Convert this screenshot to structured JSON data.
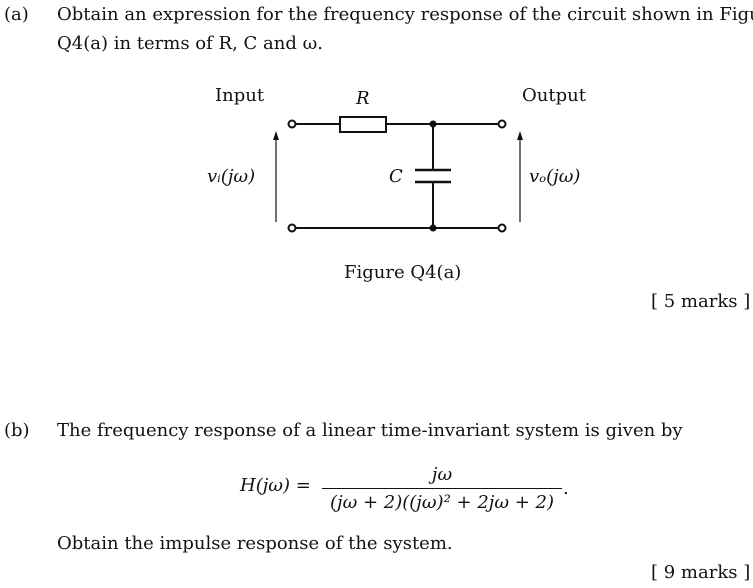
{
  "part_a": {
    "label": "(a)",
    "text_line1": "Obtain an expression for the frequency response of the circuit shown in Figure",
    "text_line2": "Q4(a) in terms of R, C and ω.",
    "circuit": {
      "input_label": "Input",
      "output_label": "Output",
      "resistor_label": "R",
      "capacitor_label": "C",
      "vin_label": "vᵢ(jω)",
      "vout_label": "vₒ(jω)"
    },
    "figure_caption": "Figure Q4(a)",
    "marks": "[ 5 marks ]"
  },
  "part_b": {
    "label": "(b)",
    "text": "The frequency response of a linear time-invariant system is given by",
    "equation": {
      "lhs": "H(jω) =",
      "numerator": "jω",
      "denominator": "(jω + 2)((jω)² + 2jω + 2)",
      "trailing": "."
    },
    "instruction": "Obtain the impulse response of the system.",
    "marks": "[ 9 marks ]"
  }
}
